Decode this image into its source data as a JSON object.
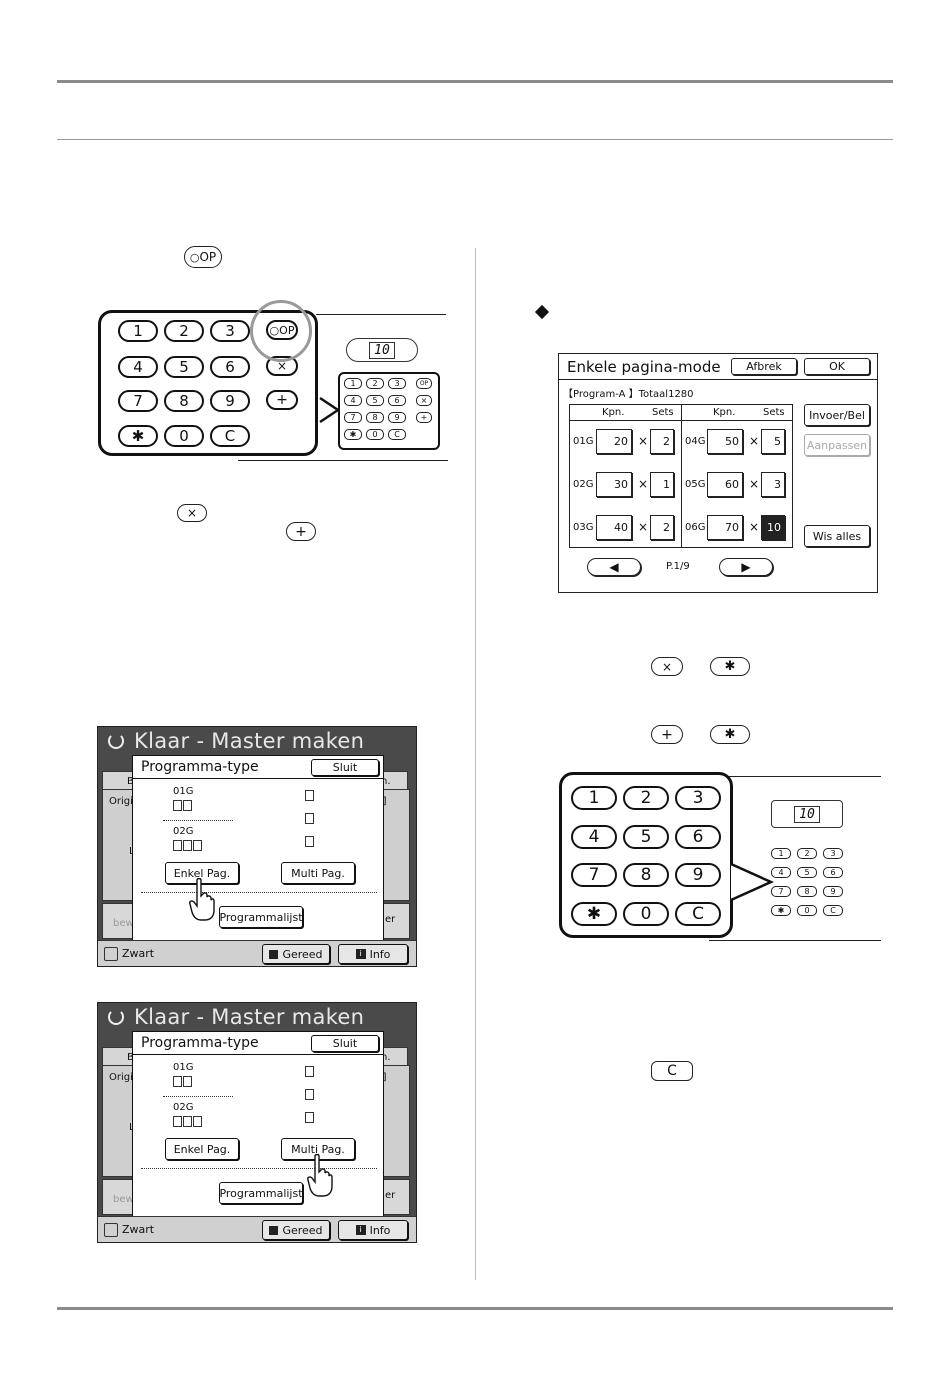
{
  "keys": {
    "op": "OP",
    "multiply": "×",
    "plus": "+",
    "star": "✱",
    "clear": "C"
  },
  "keypad": {
    "digits": [
      "1",
      "2",
      "3",
      "4",
      "5",
      "6",
      "7",
      "8",
      "9"
    ],
    "zero": "0",
    "clear": "C",
    "star": "✱",
    "op": "OP",
    "multiply": "×",
    "plus": "+",
    "display": "10"
  },
  "single_page_mode": {
    "title": "Enkele pagina-mode",
    "cancel": "Afbrek",
    "ok": "OK",
    "program": "【Program-A 】Totaal1280",
    "col_kpn": "Kpn.",
    "col_sets": "Sets",
    "times": "×",
    "rows_left": [
      {
        "group": "01G",
        "kpn": "20",
        "sets": "2"
      },
      {
        "group": "02G",
        "kpn": "30",
        "sets": "1"
      },
      {
        "group": "03G",
        "kpn": "40",
        "sets": "2"
      }
    ],
    "rows_right": [
      {
        "group": "04G",
        "kpn": "50",
        "sets": "5"
      },
      {
        "group": "05G",
        "kpn": "60",
        "sets": "3"
      },
      {
        "group": "06G",
        "kpn": "70",
        "sets": "10"
      }
    ],
    "entry": "Invoer/Bel",
    "adjust": "Aanpassen",
    "clear_all": "Wis alles",
    "page": "P.1/9"
  },
  "screens": [
    {
      "title": "Klaar - Master maken",
      "dialog_title": "Programma-type",
      "close": "Sluit",
      "g1": "01G",
      "g2": "02G",
      "single": "Enkel Pag.",
      "multi": "Multi Pag.",
      "list": "Programmalijst",
      "bg_origi": "Origi",
      "bg_b": "B",
      "bg_l": "L",
      "bg_n": "n.",
      "bg_bracket": "-]",
      "bg_bew": "bew",
      "bg_er": "er",
      "status_left": "Zwart",
      "status_ready": "Gereed",
      "status_info": "Info"
    },
    {
      "title": "Klaar - Master maken",
      "dialog_title": "Programma-type",
      "close": "Sluit",
      "g1": "01G",
      "g2": "02G",
      "single": "Enkel Pag.",
      "multi": "Multi Pag.",
      "list": "Programmalijst",
      "bg_origi": "Origi",
      "bg_b": "B",
      "bg_l": "L",
      "bg_n": "n.",
      "bg_bracket": "-]",
      "bg_bew": "bew",
      "bg_er": "er",
      "status_left": "Zwart",
      "status_ready": "Gereed",
      "status_info": "Info"
    }
  ]
}
